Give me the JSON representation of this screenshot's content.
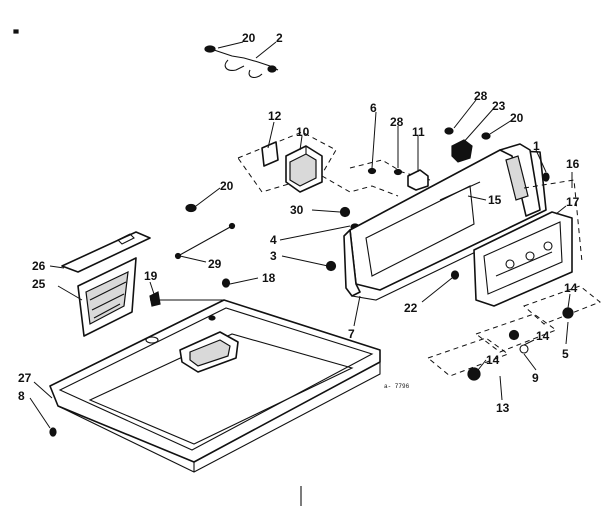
{
  "diagram_ref": "a- 7796",
  "callouts": [
    {
      "id": "c20a",
      "text": "20"
    },
    {
      "id": "c2",
      "text": "2"
    },
    {
      "id": "c12",
      "text": "12"
    },
    {
      "id": "c10",
      "text": "10"
    },
    {
      "id": "c6",
      "text": "6"
    },
    {
      "id": "c28a",
      "text": "28"
    },
    {
      "id": "c11",
      "text": "11"
    },
    {
      "id": "c28b",
      "text": "28"
    },
    {
      "id": "c23",
      "text": "23"
    },
    {
      "id": "c20b",
      "text": "20"
    },
    {
      "id": "c1",
      "text": "1"
    },
    {
      "id": "c16",
      "text": "16"
    },
    {
      "id": "c15",
      "text": "15"
    },
    {
      "id": "c17",
      "text": "17"
    },
    {
      "id": "c20c",
      "text": "20"
    },
    {
      "id": "c30",
      "text": "30"
    },
    {
      "id": "c4",
      "text": "4"
    },
    {
      "id": "c3",
      "text": "3"
    },
    {
      "id": "c29",
      "text": "29"
    },
    {
      "id": "c26",
      "text": "26"
    },
    {
      "id": "c25",
      "text": "25"
    },
    {
      "id": "c19",
      "text": "19"
    },
    {
      "id": "c18",
      "text": "18"
    },
    {
      "id": "c22",
      "text": "22"
    },
    {
      "id": "c7",
      "text": "7"
    },
    {
      "id": "c14a",
      "text": "14"
    },
    {
      "id": "c5",
      "text": "5"
    },
    {
      "id": "c14b",
      "text": "14"
    },
    {
      "id": "c9",
      "text": "9"
    },
    {
      "id": "c14c",
      "text": "14"
    },
    {
      "id": "c13",
      "text": "13"
    },
    {
      "id": "c27",
      "text": "27"
    },
    {
      "id": "c8",
      "text": "8"
    }
  ]
}
